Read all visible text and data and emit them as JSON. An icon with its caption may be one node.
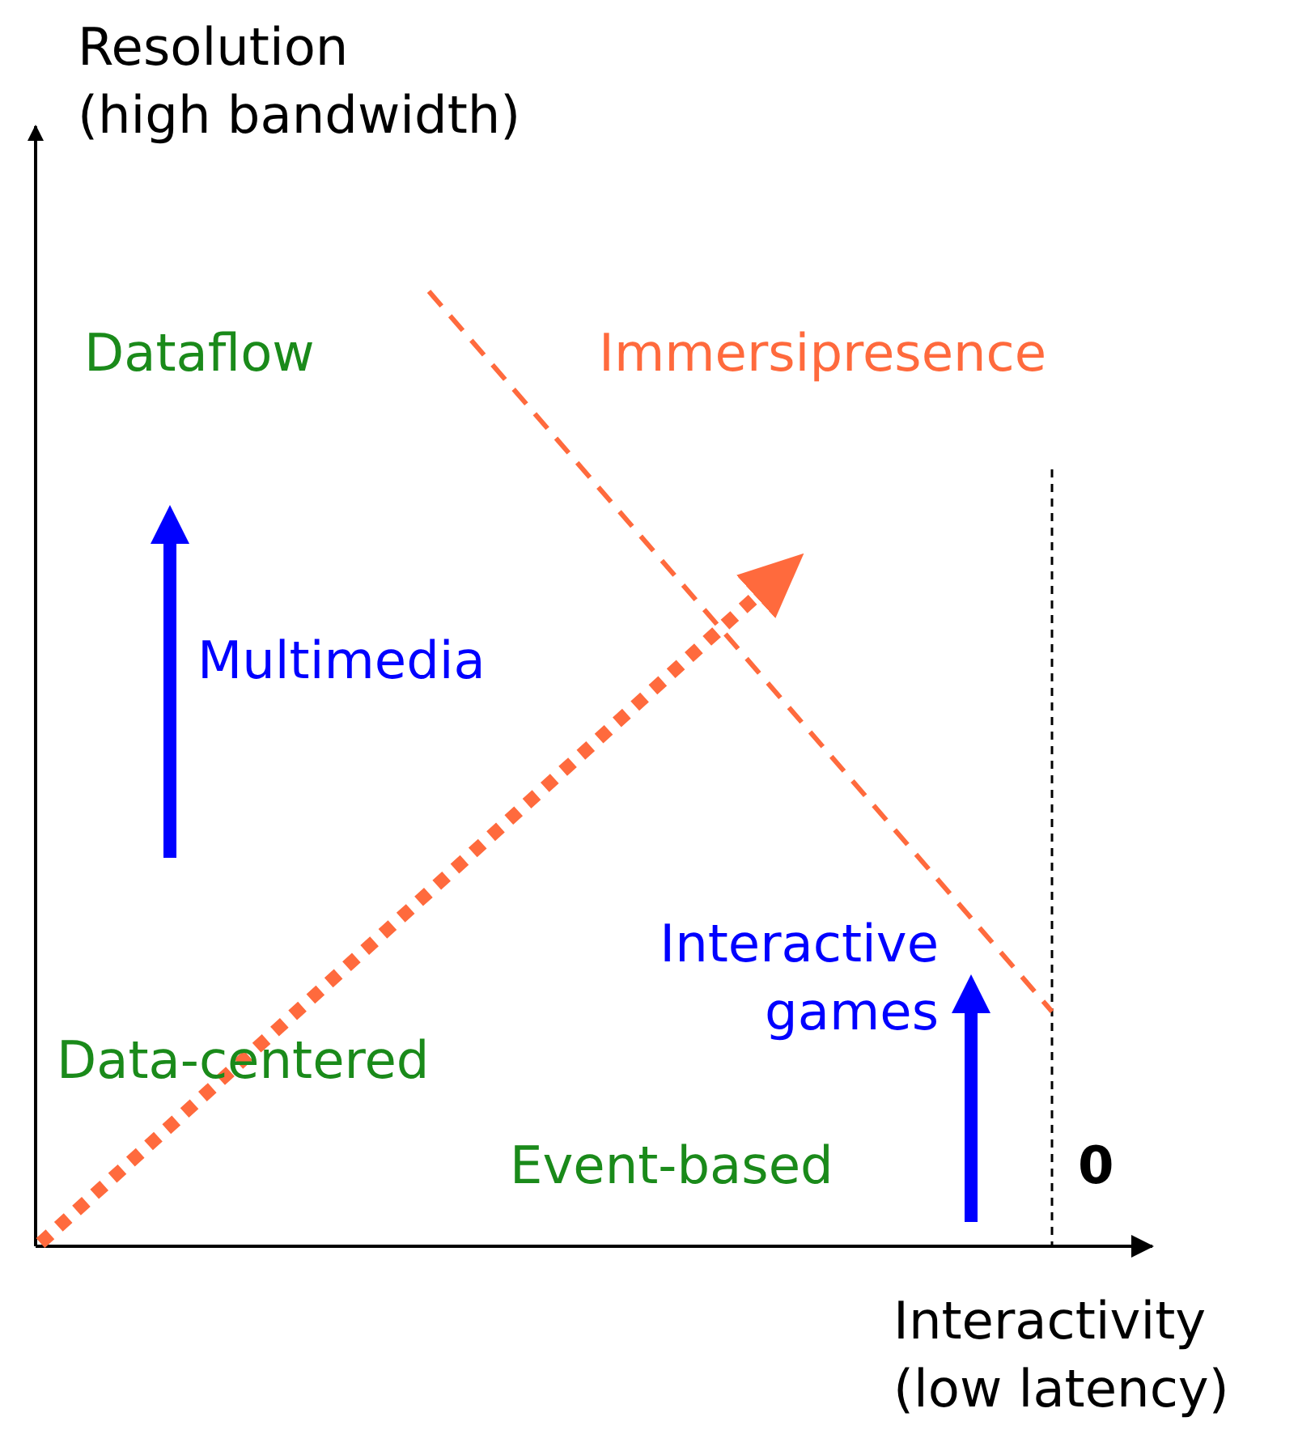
{
  "diagram": {
    "labels": [
      "Resolution (high bandwidth)",
      "Dataflow",
      "Immersipresence",
      "Multimedia",
      "Interactive games",
      "Data-centered",
      "Event-based",
      "0",
      "Interactivity (low latency)"
    ]
  }
}
